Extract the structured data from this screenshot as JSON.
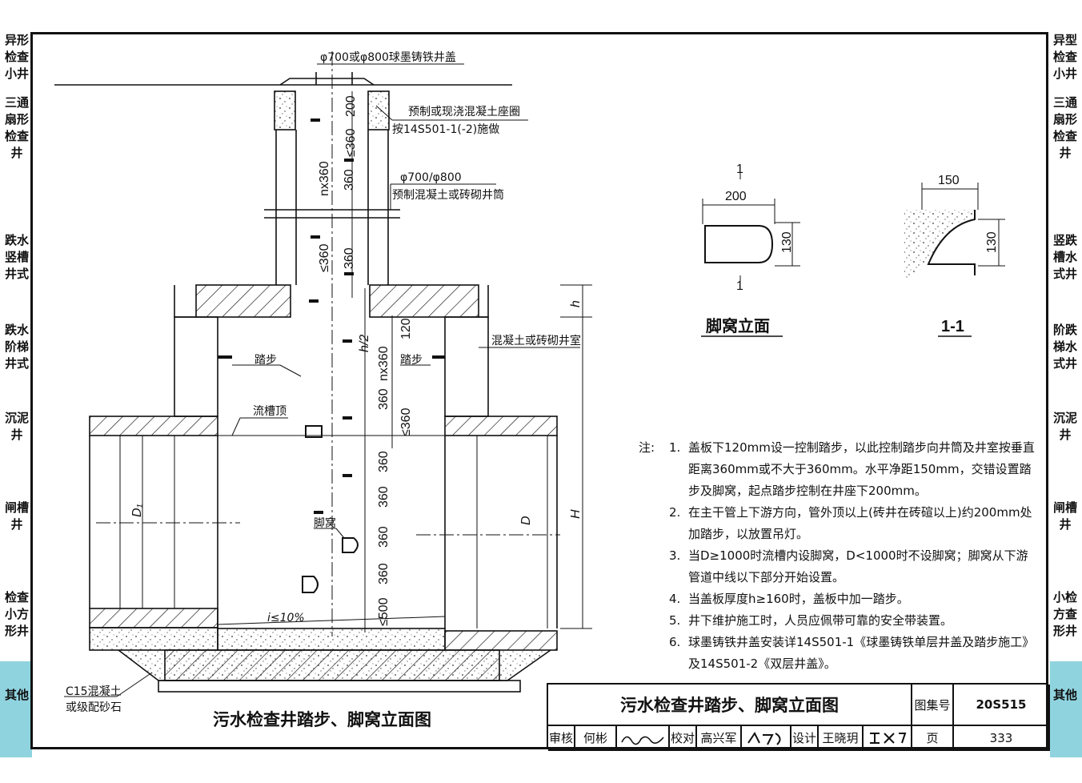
{
  "side_tabs_left": [
    "异形检查小井",
    "三通扇形检查井",
    "跌水竖槽井式",
    "跌水阶梯井式",
    "沉泥井",
    "闸槽井",
    "检查小方形井",
    "其他"
  ],
  "side_tabs_right": [
    "异型检查小井",
    "三通扇形检查井",
    "竖跌槽水式井",
    "阶跌梯水式井",
    "沉泥井",
    "闸槽井",
    "小检方查形井",
    "其他"
  ],
  "drawing": {
    "cover_label": "φ700或φ800球墨铸铁井盖",
    "seat_label_1": "预制或现浇混凝土座圈",
    "seat_label_2": "按14S501-1(-2)施做",
    "barrel_label_1": "φ700/φ800",
    "barrel_label_2": "预制混凝土或砖砌井筒",
    "chamber_label": "混凝土或砖砌井室",
    "step_label_left": "踏步",
    "step_label_right": "踏步",
    "trough_top_label": "流槽顶",
    "foot_hole_label": "脚窝",
    "slope_label": "i≤10%",
    "base_label_1": "C15混凝土",
    "base_label_2": "或级配砂石",
    "main_title": "污水检查井踏步、脚窝立面图",
    "dims": {
      "d200": "200",
      "le360a": "≤360",
      "nx360a": "nx360",
      "d360a": "360",
      "le360b": "≤360",
      "d360b": "360",
      "h": "h",
      "h2": "h/2",
      "d120": "120",
      "nx360b": "nx360",
      "d360c": "360",
      "le360c": "≤360",
      "d360d": "360",
      "d360e": "360",
      "d360f": "360",
      "d360g": "360",
      "le500": "≤500",
      "D1": "D₁",
      "D": "D",
      "H": "H"
    },
    "detail": {
      "section_mark": "1",
      "elev_width": "200",
      "elev_height": "130",
      "elev_title": "脚窝立面",
      "sec_width": "150",
      "sec_height": "130",
      "sec_title": "1-1"
    }
  },
  "notes": {
    "label": "注:",
    "items": [
      {
        "n": "1.",
        "text": "盖板下120mm设一控制踏步，以此控制踏步向井筒及井室按垂直距离360mm或不大于360mm。水平净距150mm，交错设置踏步及脚窝，起点踏步控制在井座下200mm。"
      },
      {
        "n": "2.",
        "text": "在主干管上下游方向，管外顶以上(砖井在砖碹以上)约200mm处加踏步，以放置吊灯。"
      },
      {
        "n": "3.",
        "text": "当D≥1000时流槽内设脚窝，D<1000时不设脚窝；脚窝从下游管道中线以下部分开始设置。"
      },
      {
        "n": "4.",
        "text": "当盖板厚度h≥160时，盖板中加一踏步。"
      },
      {
        "n": "5.",
        "text": "井下维护施工时，人员应佩带可靠的安全带装置。"
      },
      {
        "n": "6.",
        "text": "球墨铸铁井盖安装详14S501-1《球墨铸铁单层井盖及踏步施工》及14S501-2《双层井盖》。"
      }
    ]
  },
  "title_block": {
    "title": "污水检查井踏步、脚窝立面图",
    "atlas_label": "图集号",
    "atlas_no": "20S515",
    "review_label": "审核",
    "reviewer": "何彬",
    "check_label": "校对",
    "checker": "高兴军",
    "design_label": "设计",
    "designer": "王晓玥",
    "page_label": "页",
    "page_no": "333"
  }
}
